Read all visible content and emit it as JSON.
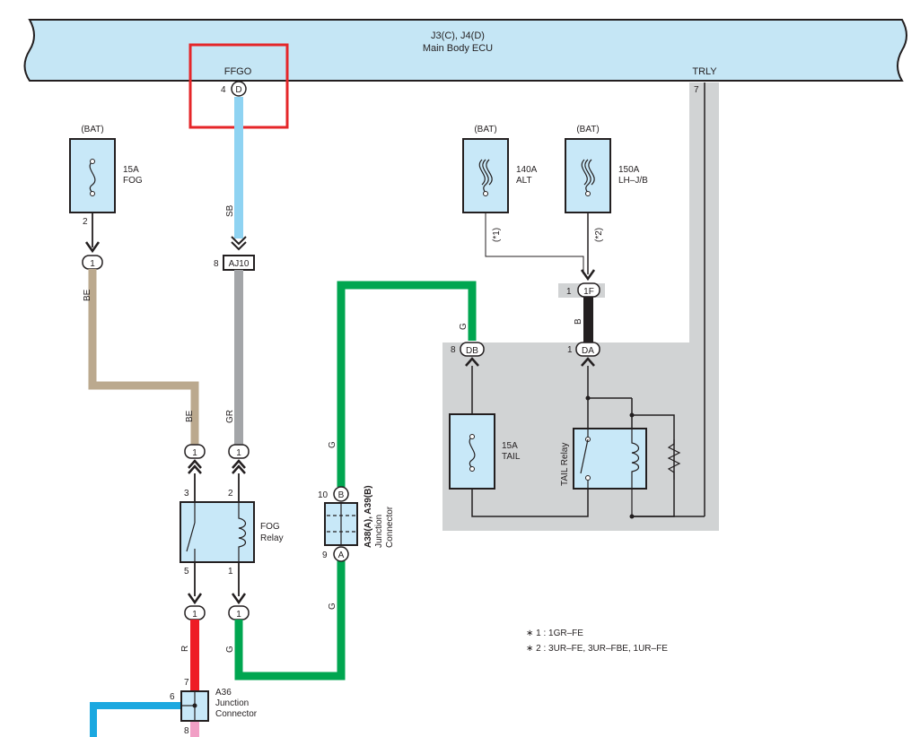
{
  "ecu": {
    "connectors": "J3(C), J4(D)",
    "name": "Main Body ECU",
    "pin_ffgo_label": "FFGO",
    "pin_ffgo_num": "4",
    "pin_ffgo_conn": "D",
    "pin_trly_label": "TRLY",
    "pin_trly_num": "7"
  },
  "fog_fuse": {
    "supply": "(BAT)",
    "amp": "15A",
    "name": "FOG",
    "pin": "2"
  },
  "alt_fuse": {
    "supply": "(BAT)",
    "amp": "140A",
    "name": "ALT",
    "note": "(*1)"
  },
  "lhjb_fuse": {
    "supply": "(BAT)",
    "amp": "150A",
    "name": "LH–J/B",
    "note": "(*2)"
  },
  "tail_fuse": {
    "amp": "15A",
    "name": "TAIL"
  },
  "tail_relay": {
    "name": "TAIL Relay"
  },
  "fog_relay": {
    "name1": "FOG",
    "name2": "Relay",
    "pin3": "3",
    "pin2": "2",
    "pin5": "5",
    "pin1": "1"
  },
  "wires": {
    "sb": "SB",
    "be1": "BE",
    "be2": "BE",
    "gr": "GR",
    "g1": "G",
    "g2": "G",
    "g3": "G",
    "g4": "G",
    "b": "B",
    "r": "R"
  },
  "connectors": {
    "one": "1",
    "aj10_pin": "8",
    "aj10": "AJ10",
    "f1_pin": "1",
    "f1": "1F",
    "db_pin": "8",
    "db": "DB",
    "da_pin": "1",
    "da": "DA",
    "b_pin": "10",
    "b": "B",
    "a_pin": "9",
    "a": "A"
  },
  "jc_a38": {
    "code": "A38(A), A39(B)",
    "name1": "Junction",
    "name2": "Connector"
  },
  "jc_a36": {
    "code": "A36",
    "name1": "Junction",
    "name2": "Connector",
    "pin6": "6",
    "pin7": "7",
    "pin8": "8"
  },
  "notes": [
    "∗ 1 : 1GR–FE",
    "∗ 2 : 3UR–FE,  3UR–FBE,  1UR–FE"
  ],
  "colors": {
    "ecu_fill": "#c5e6f5",
    "component_fill": "#c8e8f8",
    "highlight_red": "#e52629",
    "wire_sb": "#8fd3f2",
    "wire_be": "#bba98e",
    "wire_gr": "#a3a5a8",
    "wire_g": "#00a650",
    "wire_r": "#ee1c25",
    "wire_blue": "#1ba8e0",
    "wire_pink": "#f19fc5",
    "grey_zone": "#d1d3d4"
  }
}
